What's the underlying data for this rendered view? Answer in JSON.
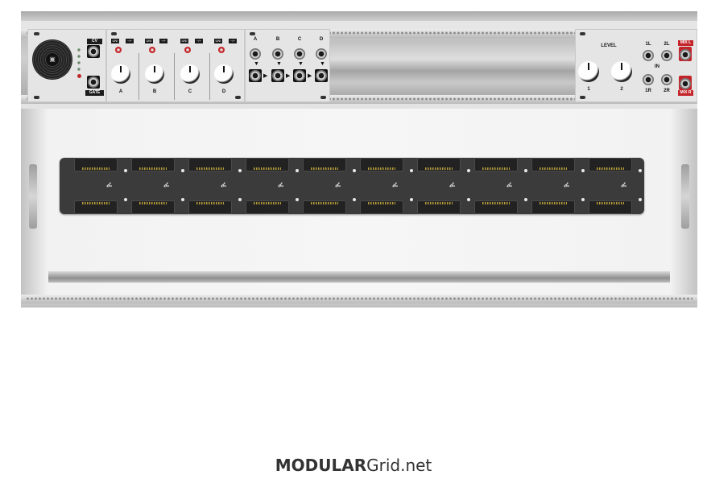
{
  "module_vca": {
    "cv_label": "CV",
    "gate_label": "GATE"
  },
  "module_quad": {
    "channels": [
      "A",
      "B",
      "C",
      "D"
    ],
    "switch_left": "UNI",
    "switch_right": "~/+"
  },
  "module_jacks": {
    "channels": [
      "A",
      "B",
      "C",
      "D"
    ]
  },
  "module_mixer": {
    "level_label": "LEVEL",
    "knob_labels": [
      "1",
      "2"
    ],
    "in_label": "IN",
    "in_top": [
      "1L",
      "2L"
    ],
    "in_bottom": [
      "1R",
      "2R"
    ],
    "mix_l": "MIX L",
    "mix_r": "MIX R"
  },
  "footer": {
    "brand_bold": "MODULAR",
    "brand_regular": "Grid.net"
  }
}
